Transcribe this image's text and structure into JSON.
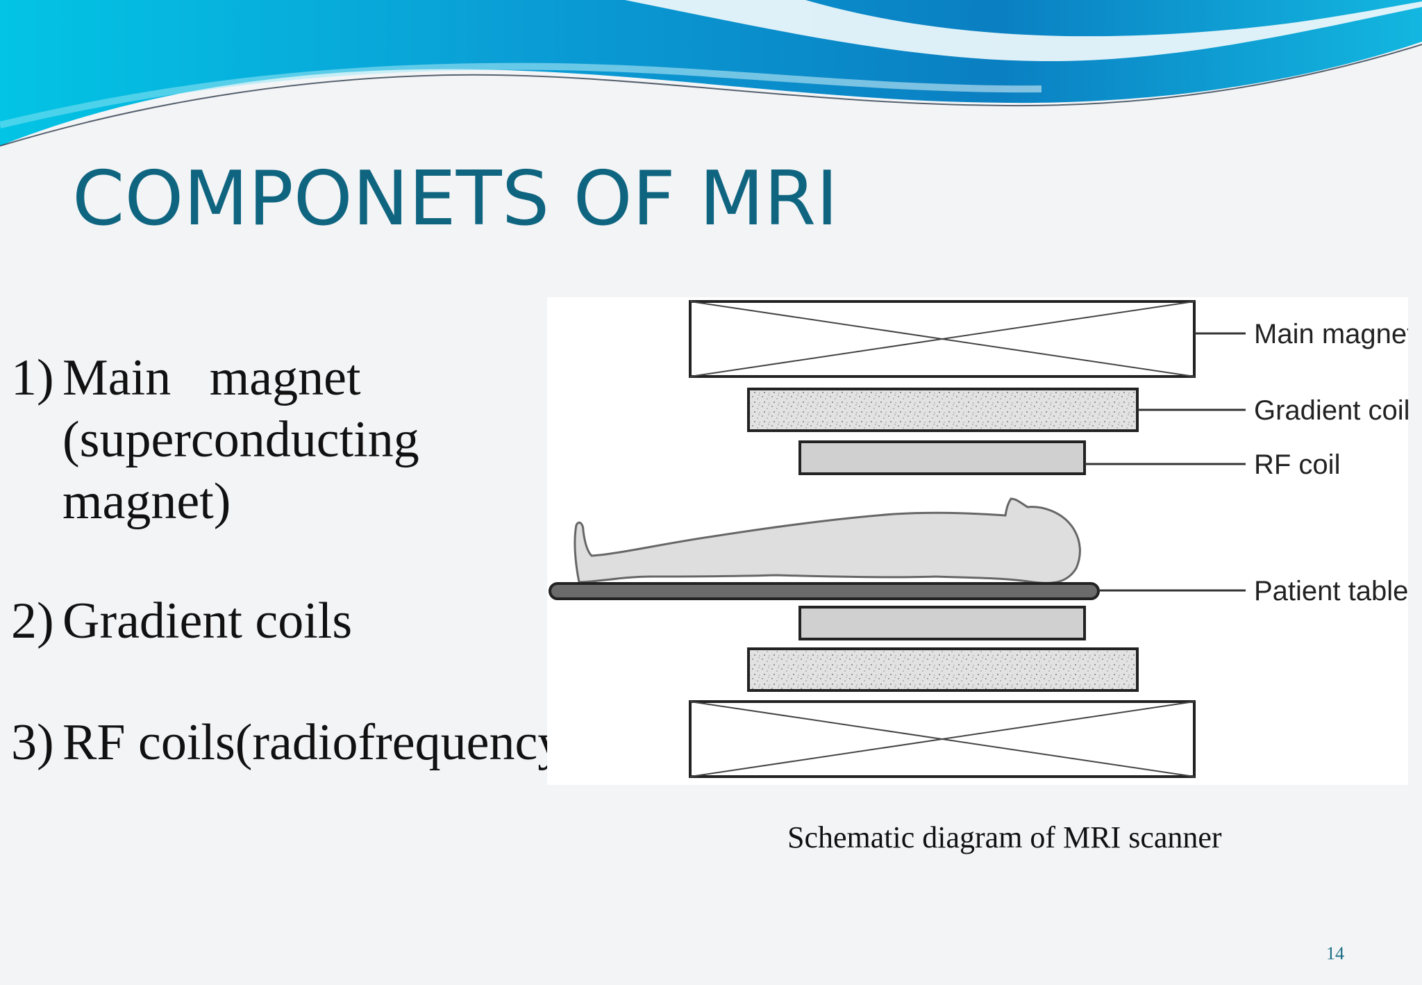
{
  "slide": {
    "title": "COMPONETS OF MRI",
    "page_number": "14",
    "accent_color": "#0f6580",
    "wave_colors": [
      "#00b4d8",
      "#0077b6",
      "#1aa5d6"
    ]
  },
  "components": [
    {
      "number": "1)",
      "text": "Main   magnet\n(superconducting\nmagnet)"
    },
    {
      "number": "2)",
      "text": "Gradient coils"
    },
    {
      "number": "3)",
      "text": "RF coils(radiofrequency)"
    }
  ],
  "diagram": {
    "labels": {
      "main_magnet": "Main magnet",
      "gradient_coils": "Gradient coils",
      "rf_coil": "RF coil",
      "patient_table": "Patient table"
    },
    "caption": "Schematic diagram of MRI scanner"
  }
}
